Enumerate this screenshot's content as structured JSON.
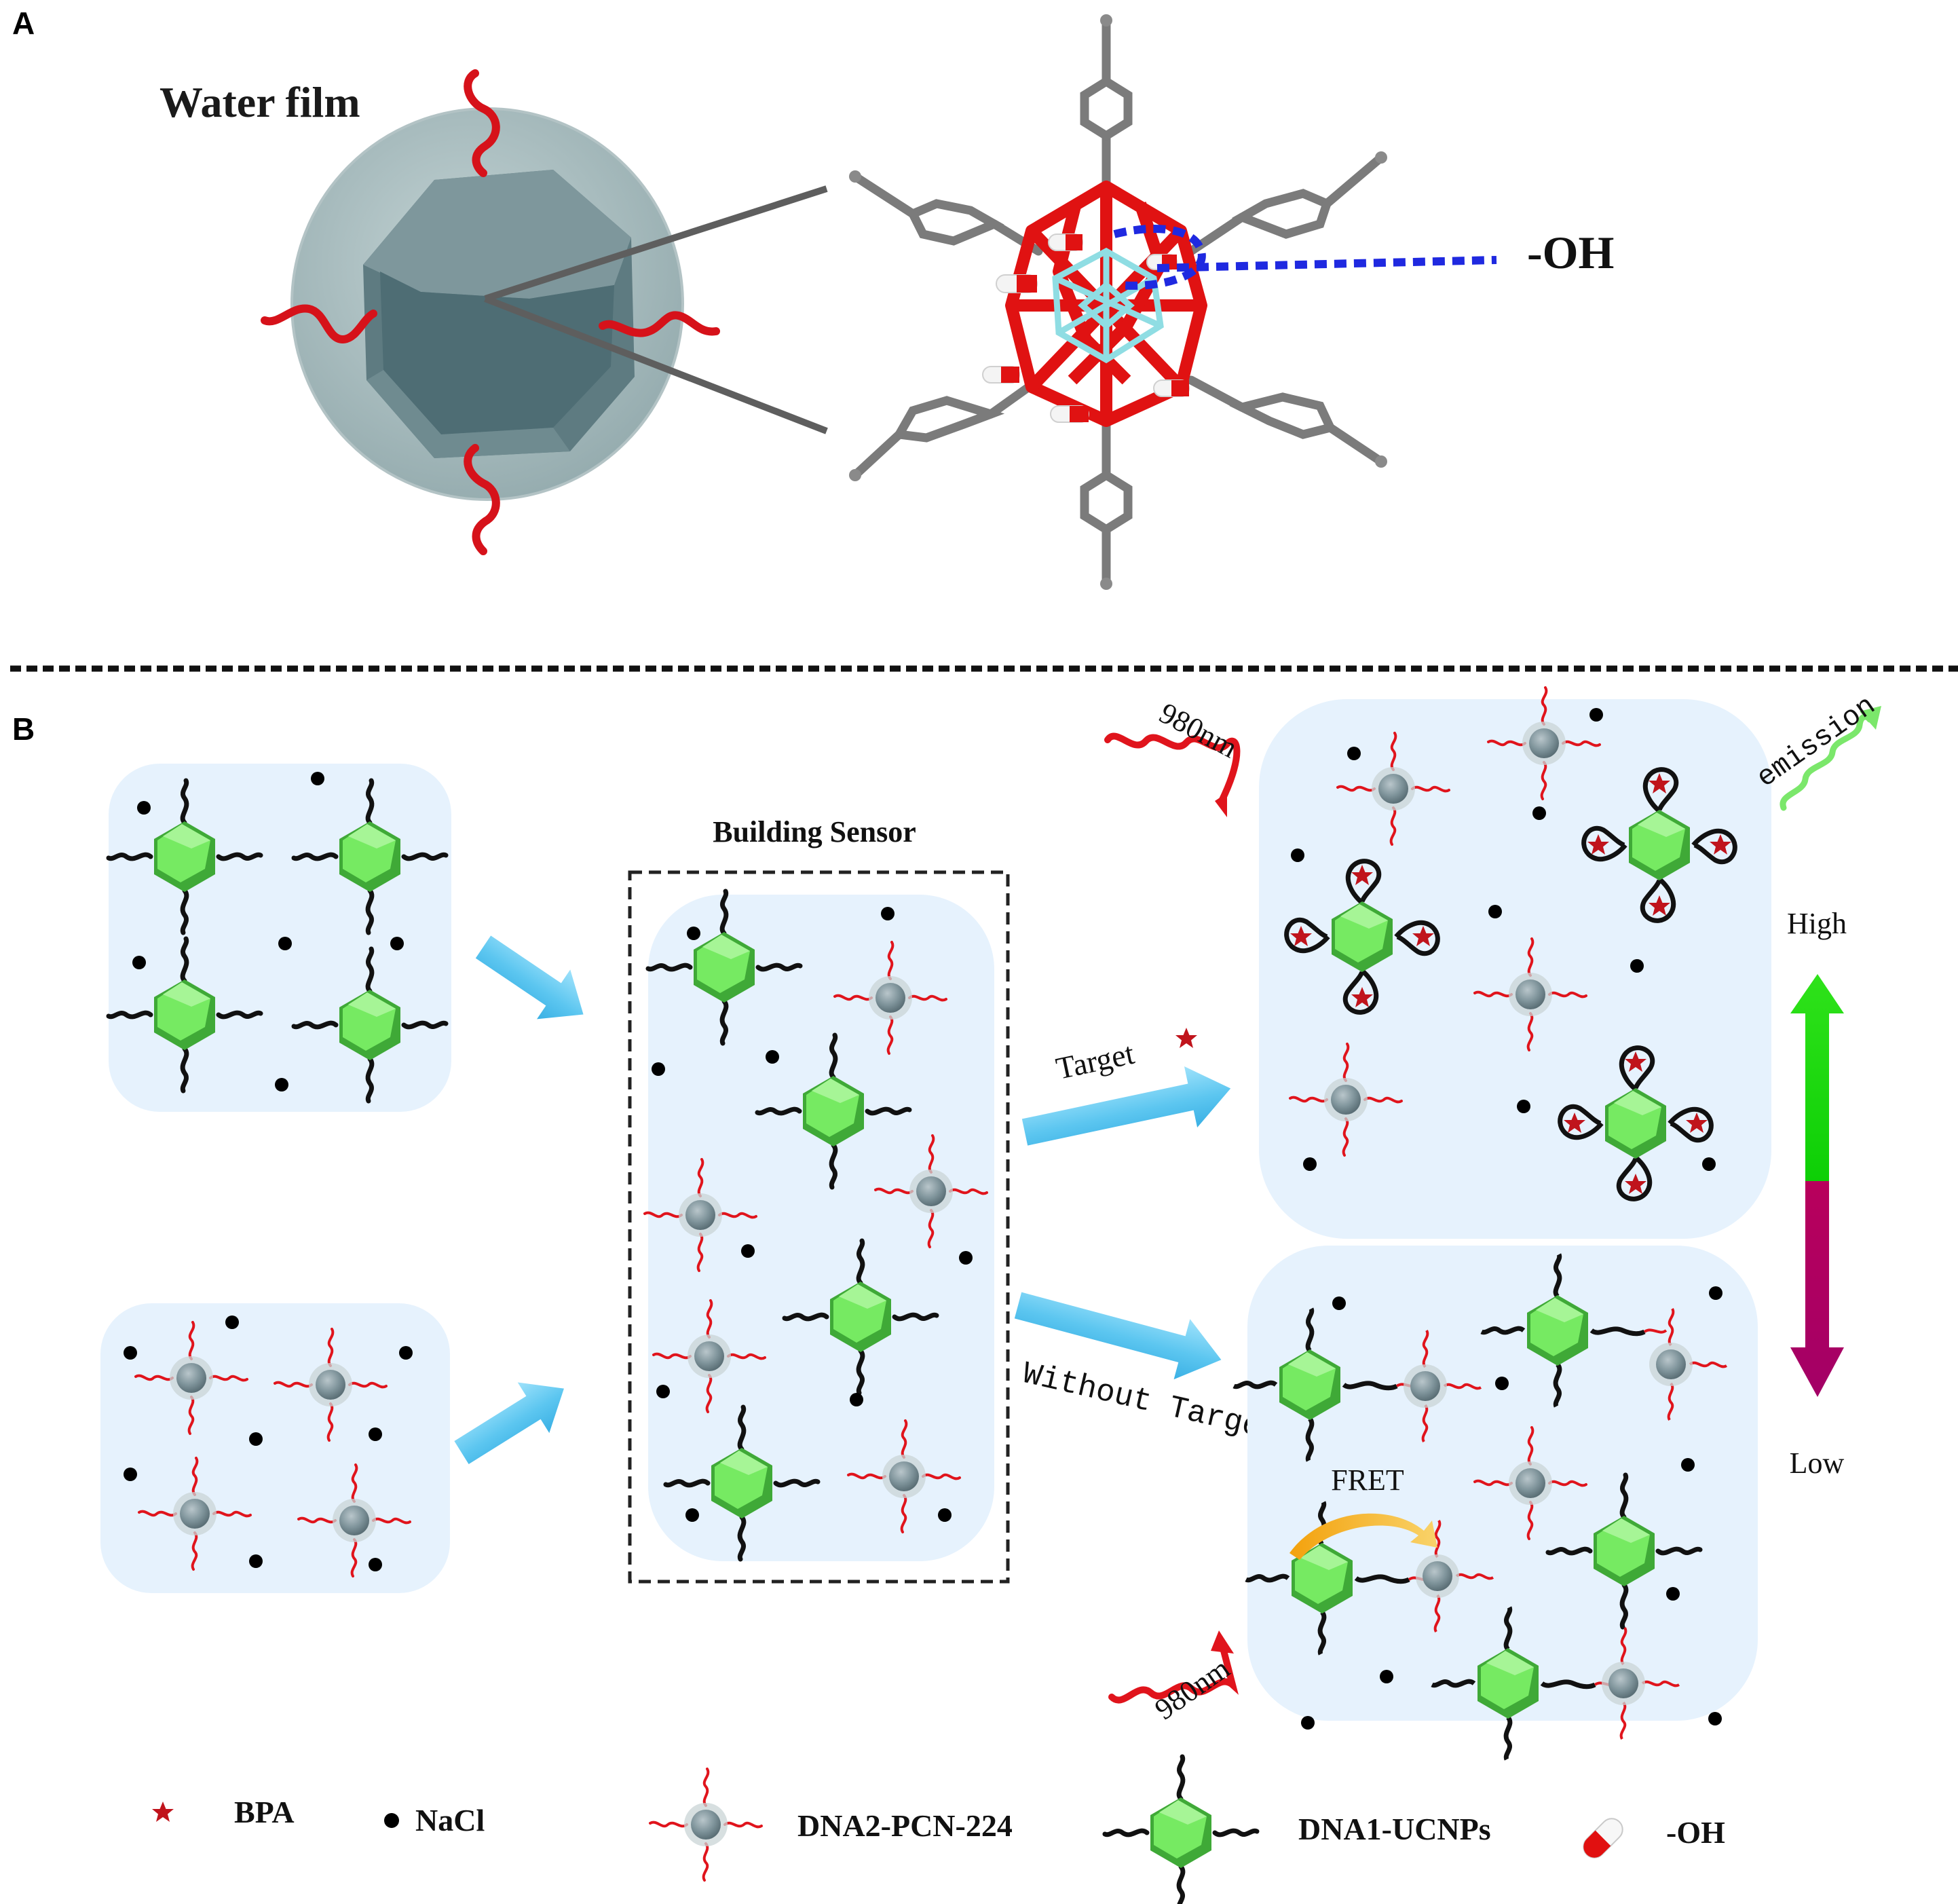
{
  "panel_a": {
    "label": "A",
    "water_film": "Water film",
    "hydroxyl": "-OH"
  },
  "panel_b": {
    "label": "B",
    "building_sensor": "Building Sensor",
    "target": "Target",
    "without_target": "Without Target",
    "wavelength_top": "980nm",
    "wavelength_bottom": "980nm",
    "emission": "emission",
    "fret": "FRET",
    "high": "High",
    "low": "Low"
  },
  "legend": {
    "bpa": "BPA",
    "nacl": "NaCl",
    "dna2": "DNA2-PCN-224",
    "dna1": "DNA1-UCNPs",
    "oh": "-OH"
  },
  "colors": {
    "strand_red": "#e0141c",
    "strand_black": "#111111",
    "ucnp_green": "#6ee65a",
    "pcn_gray": "#8fa4ab",
    "arrow_blue": "#5cc6f0",
    "panel_bg": "#e6f2fd",
    "high_green": "#19d30e",
    "low_magenta": "#b0005e",
    "dash_blue": "#1f29e0",
    "oxygen_red": "#e11010",
    "metal_cyan": "#7fd0d6"
  }
}
